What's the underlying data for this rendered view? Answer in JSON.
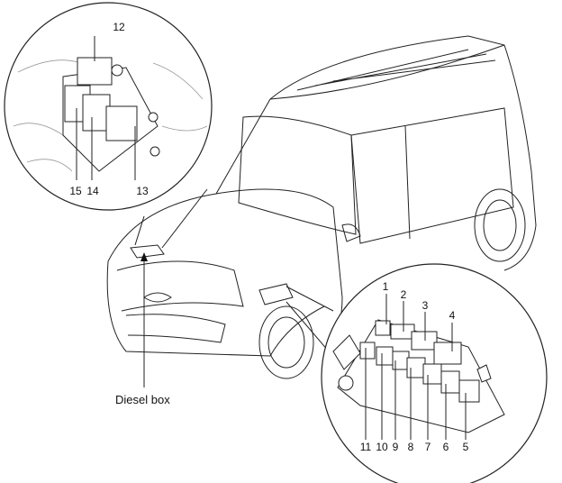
{
  "diagram": {
    "inset_top": {
      "labels": [
        "12",
        "15",
        "14",
        "13"
      ]
    },
    "callout": {
      "label": "Diesel box"
    },
    "inset_bottom": {
      "top_labels": [
        "1",
        "2",
        "3",
        "4"
      ],
      "bottom_labels": [
        "11",
        "10",
        "9",
        "8",
        "7",
        "6",
        "5"
      ]
    }
  }
}
